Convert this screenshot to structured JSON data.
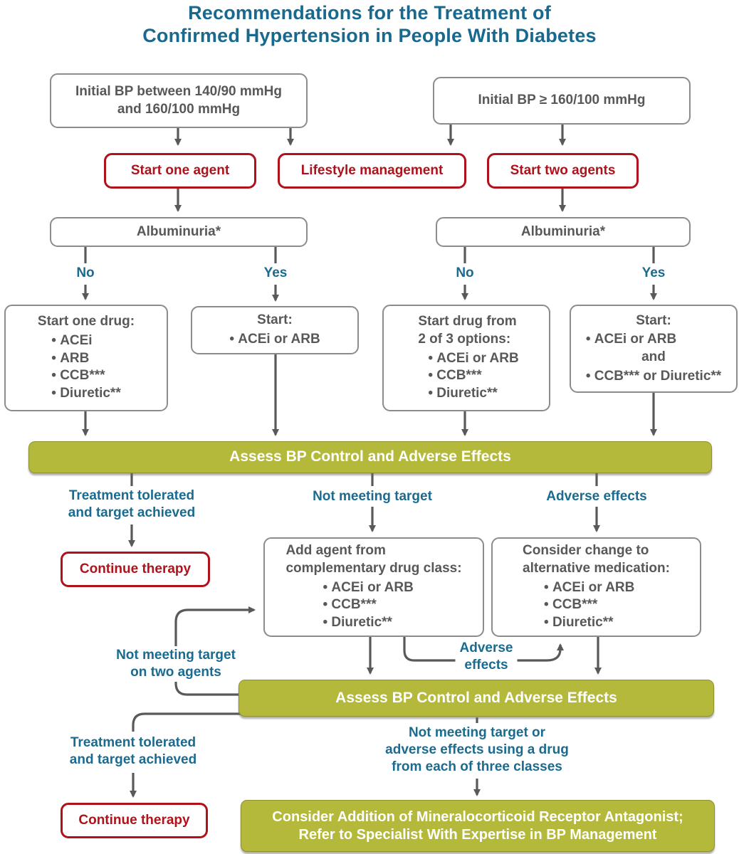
{
  "colors": {
    "teal": "#1a6b8f",
    "red": "#b0121b",
    "olive": "#b5b93b",
    "box_text_gray": "#57585a",
    "line_gray": "#58595b",
    "box_border_gray": "#8a8c8e"
  },
  "title": {
    "lines": [
      "Recommendations for the Treatment of",
      "Confirmed Hypertension in People With Diabetes"
    ]
  },
  "flow": {
    "top_left": {
      "lines": [
        "Initial BP between 140/90 mmHg",
        "and 160/100 mmHg"
      ]
    },
    "top_right": {
      "text": "Initial BP ≥ 160/100 mmHg"
    },
    "actions": {
      "one_agent": "Start one agent",
      "lifestyle": "Lifestyle management",
      "two_agents": "Start two agents"
    },
    "albuminuria_left": "Albuminuria*",
    "albuminuria_right": "Albuminuria*",
    "branches": {
      "no": "No",
      "yes": "Yes"
    },
    "box_start_one_drug": {
      "title": "Start one drug:",
      "items": [
        "ACEi",
        "ARB",
        "CCB***",
        "Diuretic**"
      ]
    },
    "box_start_acei": {
      "title": "Start:",
      "items": [
        "ACEi or ARB"
      ]
    },
    "box_two_of_three": {
      "title_lines": [
        "Start drug from",
        "2 of 3 options:"
      ],
      "items": [
        "ACEi or ARB",
        "CCB***",
        "Diuretic**"
      ]
    },
    "box_start_two": {
      "title": "Start:",
      "item1": "ACEi or ARB",
      "joiner": "and",
      "item2": "CCB*** or Diuretic**"
    },
    "assess_bar_1": "Assess BP Control and Adverse Effects",
    "outcome_tolerated_1": {
      "lines": [
        "Treatment tolerated",
        "and target achieved"
      ]
    },
    "outcome_not_meeting": "Not meeting target",
    "outcome_adverse": "Adverse effects",
    "continue_therapy_1": "Continue therapy",
    "box_add_agent": {
      "title_lines": [
        "Add agent from",
        "complementary drug class:"
      ],
      "items": [
        "ACEi or ARB",
        "CCB***",
        "Diuretic**"
      ]
    },
    "box_consider_change": {
      "title_lines": [
        "Consider change to",
        "alternative medication:"
      ],
      "items": [
        "ACEi or ARB",
        "CCB***",
        "Diuretic**"
      ]
    },
    "loop_label": {
      "lines": [
        "Not meeting target",
        "on two agents"
      ]
    },
    "adverse_label_2": {
      "lines": [
        "Adverse",
        "effects"
      ]
    },
    "assess_bar_2": "Assess BP Control and Adverse Effects",
    "outcome_tolerated_2": {
      "lines": [
        "Treatment tolerated",
        "and target achieved"
      ]
    },
    "outcome_three_classes": {
      "lines": [
        "Not meeting target or",
        "adverse effects using a drug",
        "from each of three classes"
      ]
    },
    "continue_therapy_2": "Continue therapy",
    "final_bar": {
      "lines": [
        "Consider Addition of Mineralocorticoid Receptor Antagonist;",
        "Refer to Specialist With Expertise in BP Management"
      ]
    }
  }
}
